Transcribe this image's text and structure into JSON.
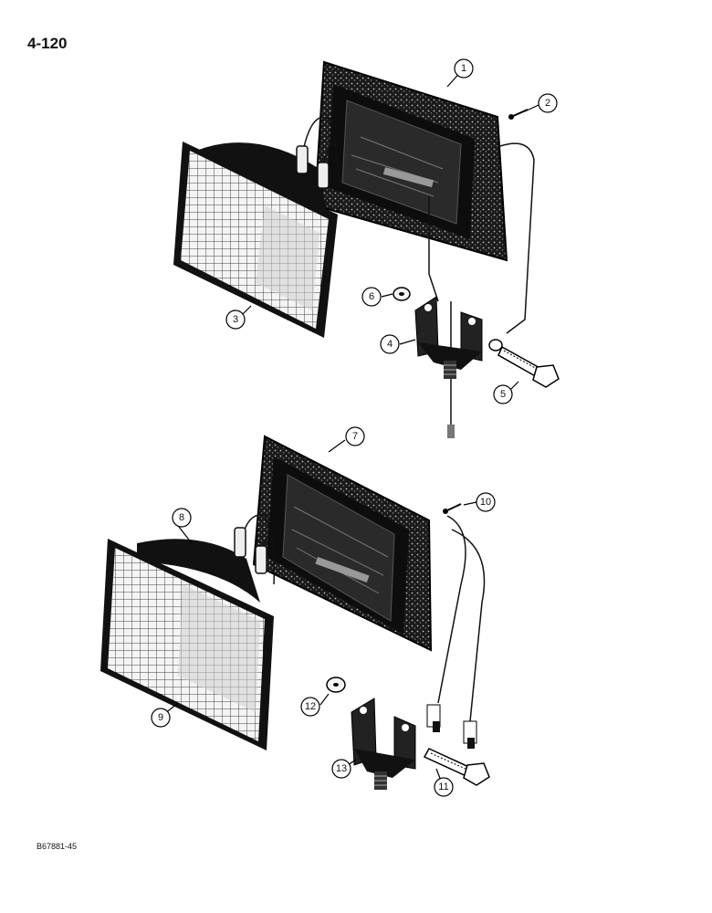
{
  "page": {
    "number": "4-120",
    "figure_code": "B67881-45"
  },
  "callouts": [
    {
      "id": "c1",
      "label": "1"
    },
    {
      "id": "c2",
      "label": "2"
    },
    {
      "id": "c3",
      "label": "3"
    },
    {
      "id": "c4",
      "label": "4"
    },
    {
      "id": "c5",
      "label": "5"
    },
    {
      "id": "c6",
      "label": "6"
    },
    {
      "id": "c7",
      "label": "7"
    },
    {
      "id": "c8",
      "label": "8"
    },
    {
      "id": "c9",
      "label": "9"
    },
    {
      "id": "c10",
      "label": "10"
    },
    {
      "id": "c11",
      "label": "11"
    },
    {
      "id": "c12",
      "label": "12"
    },
    {
      "id": "c13",
      "label": "13"
    }
  ]
}
